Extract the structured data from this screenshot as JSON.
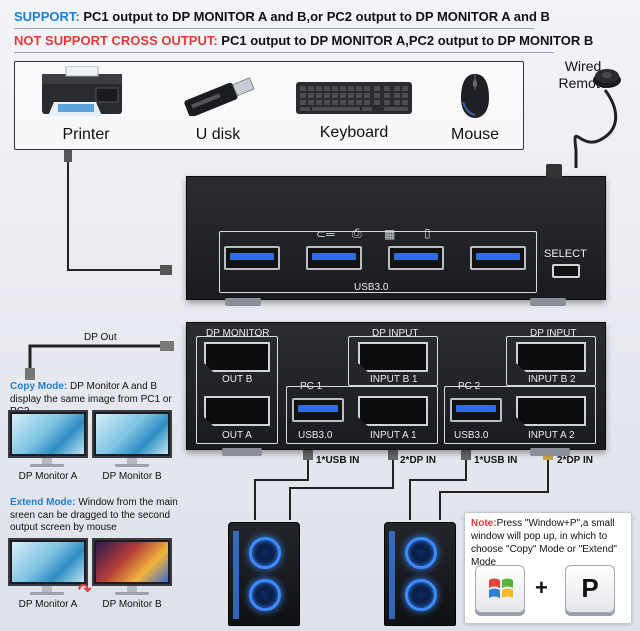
{
  "header": {
    "support_key": "SUPPORT:",
    "support_text": " PC1 output to DP MONITOR A and B,or PC2 output to DP MONITOR A and B",
    "not_support_key": "NOT SUPPORT CROSS OUTPUT:",
    "not_support_text": " PC1 output to DP MONITOR A,PC2 output to DP MONITOR B"
  },
  "peripherals": [
    {
      "label": "Printer"
    },
    {
      "label": "U disk"
    },
    {
      "label": "Keyboard"
    },
    {
      "label": "Mouse"
    }
  ],
  "remote": {
    "line1": "Wired",
    "line2": "Remote"
  },
  "top_unit": {
    "usb_label": "USB3.0",
    "select_label": "SELECT"
  },
  "rear_unit": {
    "dp_monitor": "DP MONITOR",
    "out_b": "OUT B",
    "out_a": "OUT A",
    "pc1": "PC 1",
    "pc2": "PC 2",
    "dp_input_1": "DP INPUT",
    "dp_input_2": "DP INPUT",
    "input_b1": "INPUT B 1",
    "input_a1": "INPUT A 1",
    "input_b2": "INPUT B 2",
    "input_a2": "INPUT A 2",
    "usb30_1": "USB3.0",
    "usb30_2": "USB3.0"
  },
  "cables": {
    "dp_out": "DP Out",
    "usb_in_1": "1*USB  IN",
    "dp_in_1": "2*DP IN",
    "usb_in_2": "1*USB  IN",
    "dp_in_2": "2*DP IN"
  },
  "copy_mode": {
    "key": "Copy Mode:",
    "text": " DP Monitor A and B display the same image from PC1 or PC2",
    "monitor_a": "DP Monitor A",
    "monitor_b": "DP Monitor B"
  },
  "extend_mode": {
    "key": "Extend Mode:",
    "text": " Window from the main sreen can be dragged to the second output screen by mouse",
    "monitor_a": "DP Monitor A",
    "monitor_b": "DP Monitor B"
  },
  "note": {
    "key": "Note:",
    "text": "Press \"Window+P\",a small window will pop up, in which to choose \"Copy\" Mode or \"Extend\" Mode",
    "plus": "+",
    "key_p": "P"
  },
  "colors": {
    "accent_blue": "#1f7fd6",
    "accent_red": "#e23b3b",
    "usb_blue": "#2d6fe0"
  }
}
